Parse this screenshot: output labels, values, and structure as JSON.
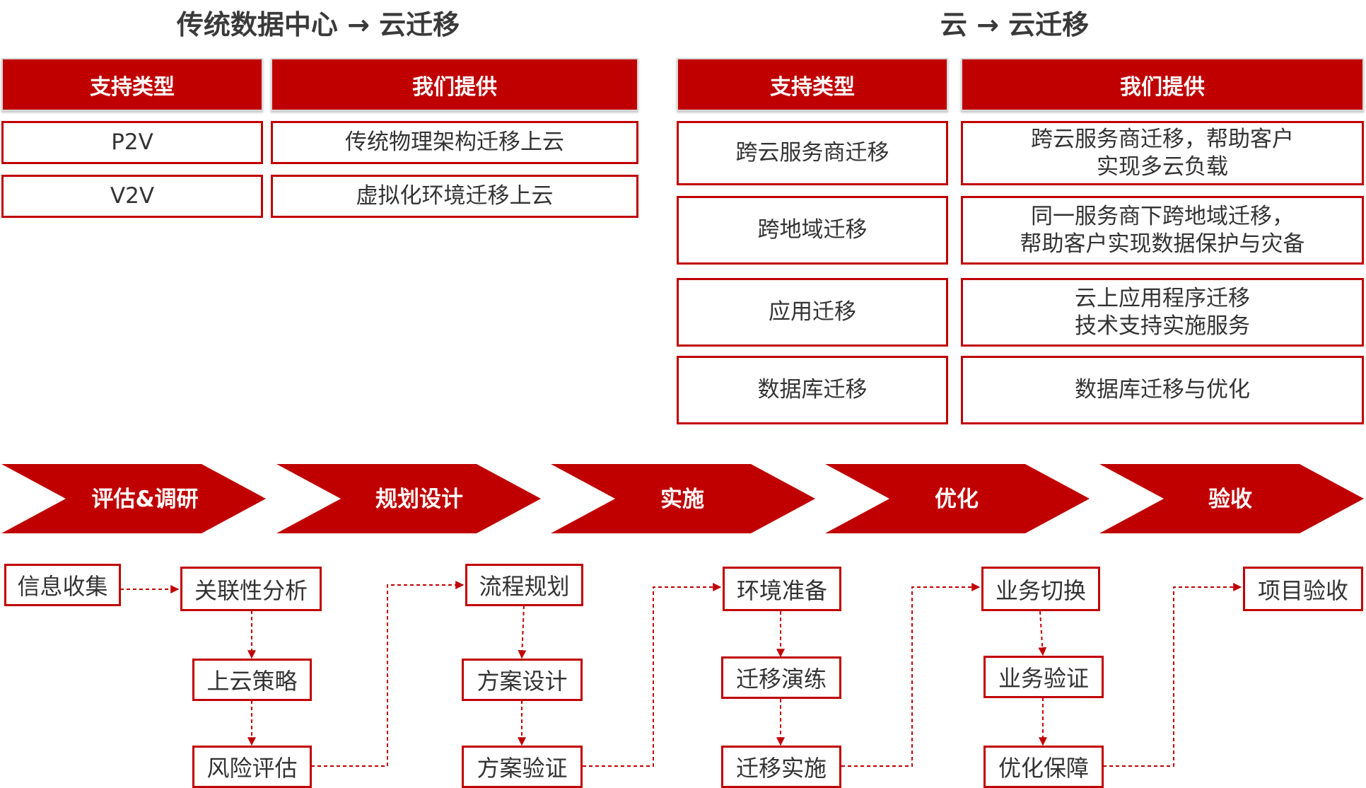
{
  "left": {
    "title": "传统数据中心 → 云迁移",
    "col_type": "支持类型",
    "col_provide": "我们提供",
    "rows": [
      {
        "type": "P2V",
        "provide": [
          "传统物理架构迁移上云"
        ]
      },
      {
        "type": "V2V",
        "provide": [
          "虚拟化环境迁移上云"
        ]
      }
    ]
  },
  "right": {
    "title": "云 → 云迁移",
    "col_type": "支持类型",
    "col_provide": "我们提供",
    "rows": [
      {
        "type": "跨云服务商迁移",
        "provide": [
          "跨云服务商迁移，帮助客户",
          "实现多云负载"
        ]
      },
      {
        "type": "跨地域迁移",
        "provide": [
          "同一服务商下跨地域迁移，",
          "帮助客户实现数据保护与灾备"
        ]
      },
      {
        "type": "应用迁移",
        "provide": [
          "云上应用程序迁移",
          "技术支持实施服务"
        ]
      },
      {
        "type": "数据库迁移",
        "provide": [
          "数据库迁移与优化"
        ]
      }
    ]
  },
  "stages": [
    "评估&调研",
    "规划设计",
    "实施",
    "优化",
    "验收"
  ],
  "steps": {
    "info_collect": "信息收集",
    "relation_analysis": "关联性分析",
    "cloud_strategy": "上云策略",
    "risk_assess": "风险评估",
    "process_plan": "流程规划",
    "solution_design": "方案设计",
    "solution_verify": "方案验证",
    "env_prepare": "环境准备",
    "migration_drill": "迁移演练",
    "migration_exec": "迁移实施",
    "biz_switch": "业务切换",
    "biz_verify": "业务验证",
    "optimize_guarantee": "优化保障",
    "project_accept": "项目验收"
  },
  "colors": {
    "accent": "#c00000",
    "text": "#333333"
  }
}
